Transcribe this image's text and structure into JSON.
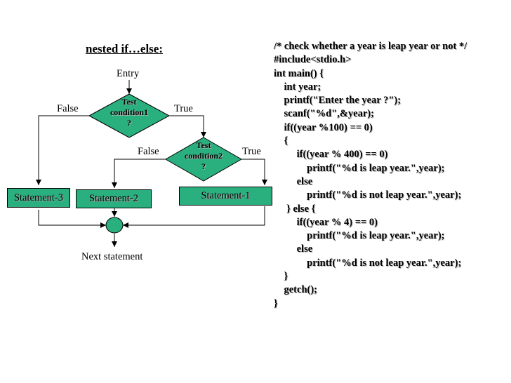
{
  "diagram": {
    "title": "nested if…else:",
    "entry_label": "Entry",
    "next_label": "Next statement",
    "condition1": [
      "Test",
      "condition1",
      "?"
    ],
    "condition2": [
      "Test",
      "condition2",
      "?"
    ],
    "false1_label": "False",
    "true1_label": "True",
    "false2_label": "False",
    "true2_label": "True",
    "statement1": "Statement-1",
    "statement2": "Statement-2",
    "statement3": "Statement-3",
    "fill_color": "#2ab07e"
  },
  "code": {
    "lines": [
      "/* check whether a year is leap year or not */",
      "#include<stdio.h>",
      "int main() {",
      "    int year;",
      "    printf(\"Enter the year ?\");",
      "    scanf(\"%d\",&year);",
      "    if((year %100) == 0)",
      "    {",
      "         if((year % 400) == 0)",
      "             printf(\"%d is leap year.\",year);",
      "         else",
      "             printf(\"%d is not leap year.\",year);",
      "     } else {",
      "         if((year % 4) == 0)",
      "             printf(\"%d is leap year.\",year);",
      "         else",
      "             printf(\"%d is not leap year.\",year);",
      "    }",
      "    getch();",
      "}"
    ]
  }
}
